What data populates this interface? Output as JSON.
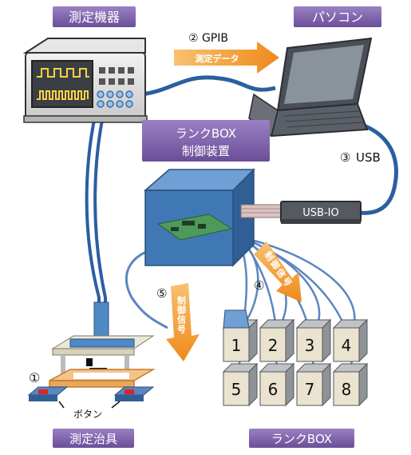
{
  "labels": {
    "measurement_device": "測定機器",
    "pc": "パソコン",
    "rank_box_controller_line1": "ランクBOX",
    "rank_box_controller_line2": "制御装置",
    "test_jig": "測定治具",
    "rank_box": "ランクBOX",
    "usb_io": "USB-IO"
  },
  "connections": {
    "gpib_number": "②",
    "gpib_label": "GPIB",
    "gpib_arrow_text": "測定データ",
    "usb_number": "③",
    "usb_label": "USB",
    "rank_signal_number": "④",
    "rank_signal_arrow_text": "制御信号",
    "control_signal_number": "⑤",
    "control_signal_arrow_text": "制御信号"
  },
  "jig": {
    "number": "①",
    "button_label": "ボタン"
  },
  "bins": [
    "1",
    "2",
    "3",
    "4",
    "5",
    "6",
    "7",
    "8"
  ],
  "colors": {
    "label_purple": "#7b5fa8",
    "box_blue": "#3f78b4",
    "arrow_orange": "#f29a2e",
    "cable_blue": "#2b5fa0"
  }
}
